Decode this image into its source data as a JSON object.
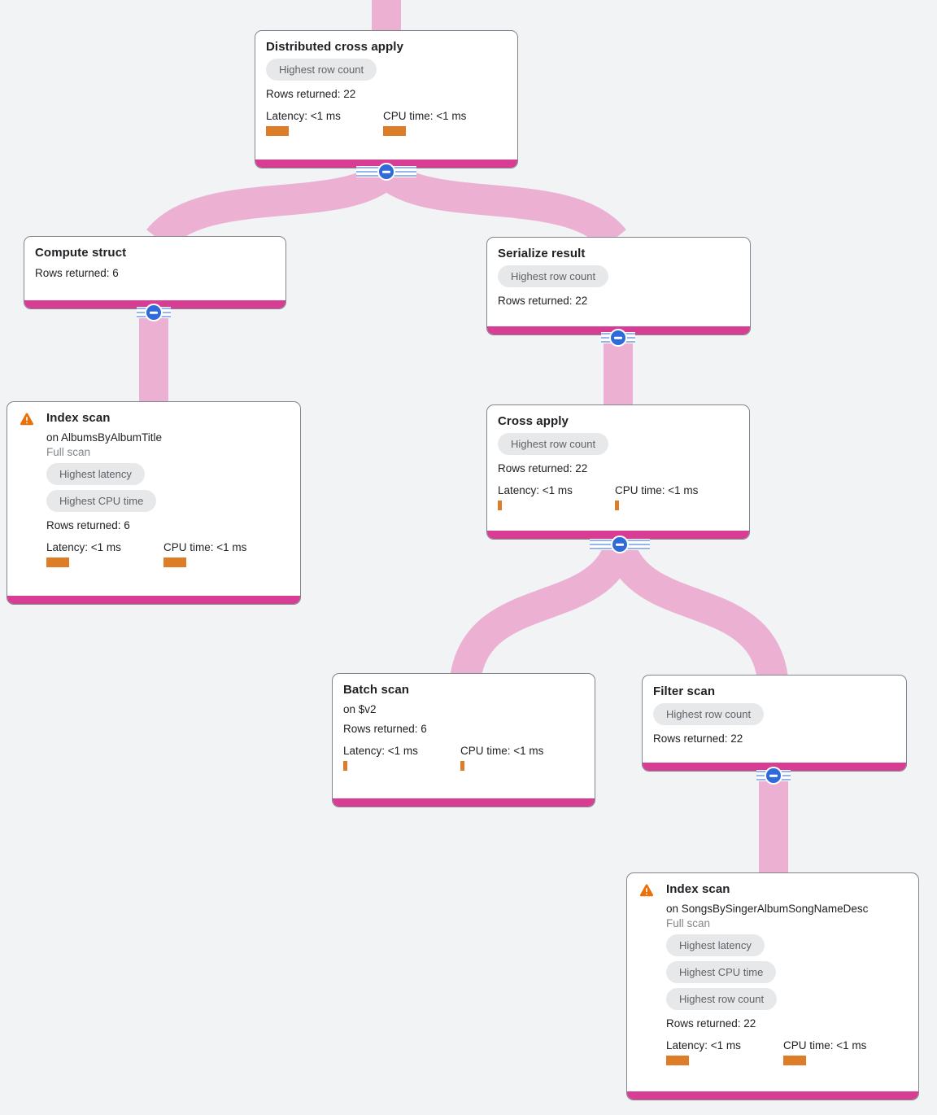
{
  "view": {
    "name": "Query execution plan graph"
  },
  "colors": {
    "background": "#f1f3f4",
    "edge_ribbon": "#ecb0d3",
    "node_accent_bar": "#d83d94",
    "metric_bar": "#de7d28",
    "warning_orange": "#e8710a",
    "collapse_blue": "#2f6bd8",
    "badge_bg": "#e7e8ea",
    "badge_text": "#5f6368"
  },
  "icons": {
    "warning": "triangle-exclamation",
    "collapse": "minus-in-circle"
  },
  "nodes": {
    "distributed": {
      "title": "Distributed cross apply",
      "badge": "Highest row count",
      "rows": "Rows returned: 22",
      "latency": "Latency: <1 ms",
      "cpu": "CPU time: <1 ms",
      "latency_bar": "width:28px",
      "cpu_bar": "width:28px"
    },
    "compute": {
      "title": "Compute struct",
      "rows": "Rows returned: 6"
    },
    "index_albums": {
      "title": "Index scan",
      "subtitle": "on AlbumsByAlbumTitle",
      "scan": "Full scan",
      "badges": [
        "Highest latency",
        "Highest CPU time"
      ],
      "rows": "Rows returned: 6",
      "latency": "Latency: <1 ms",
      "cpu": "CPU time: <1 ms",
      "latency_bar": "width:28px",
      "cpu_bar": "width:28px"
    },
    "serialize": {
      "title": "Serialize result",
      "badge": "Highest row count",
      "rows": "Rows returned: 22"
    },
    "cross_apply": {
      "title": "Cross apply",
      "badge": "Highest row count",
      "rows": "Rows returned: 22",
      "latency": "Latency: <1 ms",
      "cpu": "CPU time: <1 ms",
      "latency_bar": "width:5px",
      "cpu_bar": "width:5px"
    },
    "batch": {
      "title": "Batch scan",
      "subtitle": "on $v2",
      "rows": "Rows returned: 6",
      "latency": "Latency: <1 ms",
      "cpu": "CPU time: <1 ms",
      "latency_bar": "width:5px",
      "cpu_bar": "width:5px"
    },
    "filter": {
      "title": "Filter scan",
      "badge": "Highest row count",
      "rows": "Rows returned: 22"
    },
    "index_songs": {
      "title": "Index scan",
      "subtitle": "on SongsBySingerAlbumSongNameDesc",
      "scan": "Full scan",
      "badges": [
        "Highest latency",
        "Highest CPU time",
        "Highest row count"
      ],
      "rows": "Rows returned: 22",
      "latency": "Latency: <1 ms",
      "cpu": "CPU time: <1 ms",
      "latency_bar": "width:28px",
      "cpu_bar": "width:28px"
    }
  },
  "edges": [
    {
      "from": "Distributed cross apply",
      "to": "Compute struct"
    },
    {
      "from": "Distributed cross apply",
      "to": "Serialize result"
    },
    {
      "from": "Compute struct",
      "to": "Index scan on AlbumsByAlbumTitle"
    },
    {
      "from": "Serialize result",
      "to": "Cross apply"
    },
    {
      "from": "Cross apply",
      "to": "Batch scan"
    },
    {
      "from": "Cross apply",
      "to": "Filter scan"
    },
    {
      "from": "Filter scan",
      "to": "Index scan on SongsBySingerAlbumSongNameDesc"
    }
  ]
}
